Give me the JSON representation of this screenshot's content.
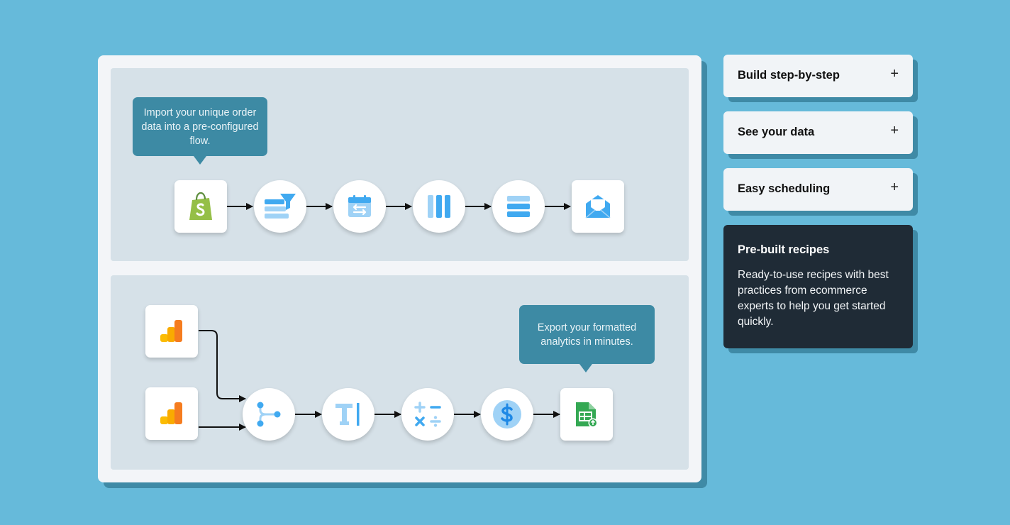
{
  "flow": {
    "import_tooltip": "Import your unique order data into a pre-configured flow.",
    "export_tooltip": "Export your formatted analytics in minutes.",
    "top_nodes": [
      "shopify-icon",
      "filter-icon",
      "calendar-swap-icon",
      "columns-icon",
      "rows-icon",
      "email-icon"
    ],
    "bottom_sources": [
      "analytics-icon",
      "analytics-icon"
    ],
    "bottom_nodes": [
      "merge-icon",
      "text-format-icon",
      "math-operators-icon",
      "dollar-icon",
      "google-sheets-icon"
    ]
  },
  "accordion": {
    "items": [
      {
        "title": "Build step-by-step",
        "toggle": "+"
      },
      {
        "title": "See your data",
        "toggle": "+"
      },
      {
        "title": "Easy scheduling",
        "toggle": "+"
      }
    ],
    "active": {
      "title": "Pre-built recipes",
      "description": "Ready-to-use recipes with best practices from ecommerce experts to help you get started quickly."
    }
  },
  "colors": {
    "background": "#66bada",
    "panel": "#d6e1e8",
    "tooltip": "#3d8aa4",
    "active_card": "#1f2b36",
    "accent_blue": "#40a9f0",
    "shopify_green": "#95bf47",
    "analytics_orange": "#f57c1f"
  }
}
